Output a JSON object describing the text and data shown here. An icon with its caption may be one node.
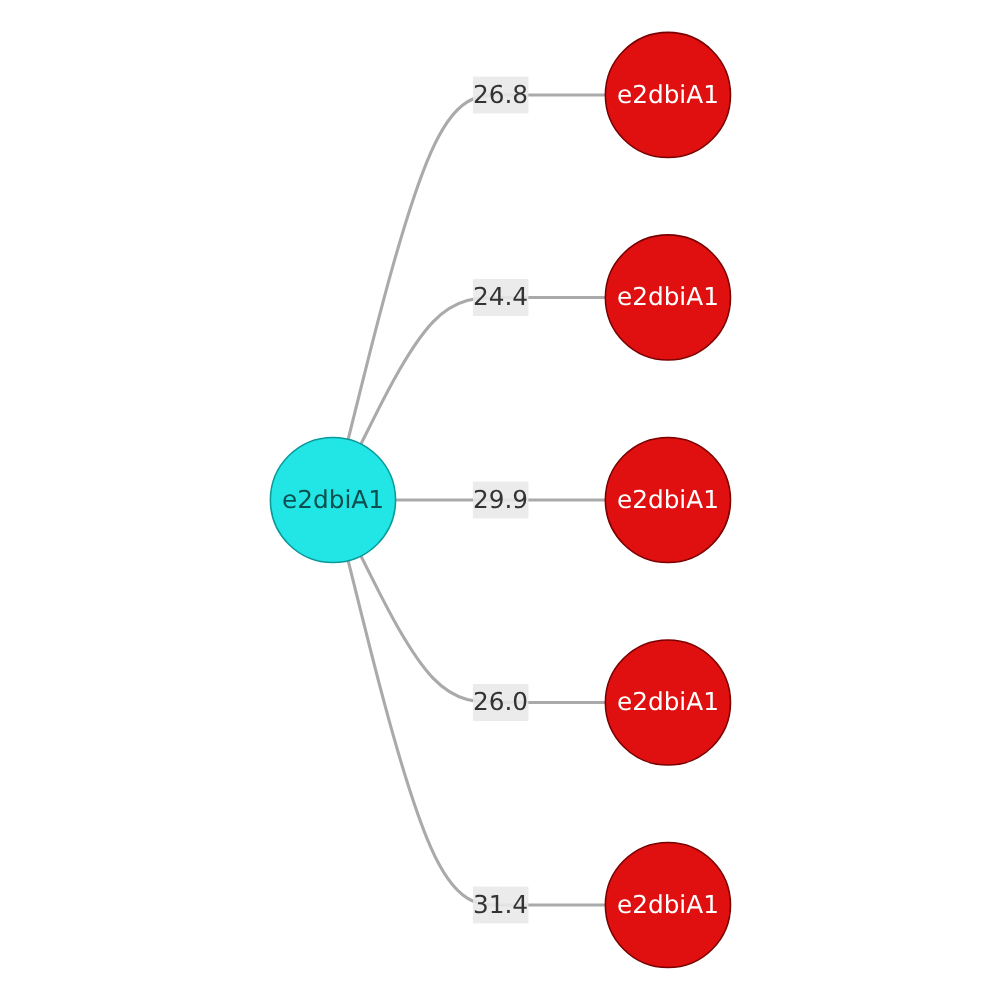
{
  "diagram": {
    "nodes": [
      {
        "text": [
          "e2dbiA1"
        ]
      },
      {
        "text": [
          "e2dbiA1"
        ]
      },
      {
        "text": [
          "e2dbiA1"
        ]
      },
      {
        "text": [
          "e2dbiA1"
        ]
      },
      {
        "text": [
          "e2dbiA1"
        ]
      },
      {
        "text": [
          "e2dbiA1"
        ]
      }
    ],
    "edges": [
      {
        "from": 1,
        "to": 0,
        "arrow": "none",
        "label": "26.8"
      },
      {
        "from": 1,
        "to": 2,
        "arrow": "none",
        "label": "24.4"
      },
      {
        "from": 1,
        "to": 3,
        "arrow": "none",
        "label": "29.9"
      },
      {
        "from": 1,
        "to": 4,
        "arrow": "none",
        "label": "26.0"
      },
      {
        "from": 1,
        "to": 5,
        "arrow": "none",
        "label": "31.4"
      }
    ]
  }
}
